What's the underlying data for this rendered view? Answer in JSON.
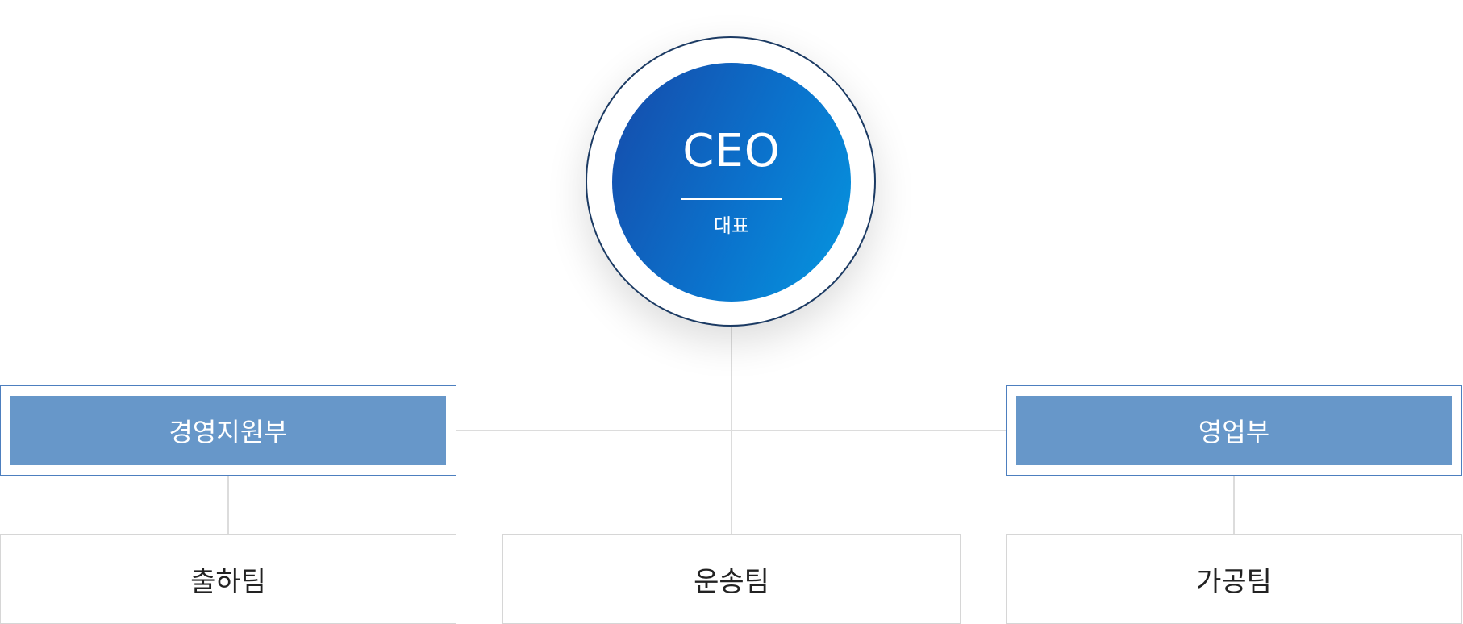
{
  "ceo": {
    "title": "CEO",
    "subtitle": "대표"
  },
  "departments": [
    {
      "label": "경영지원부"
    },
    {
      "label": "영업부"
    }
  ],
  "teams": [
    {
      "label": "출하팀"
    },
    {
      "label": "운송팀"
    },
    {
      "label": "가공팀"
    }
  ],
  "colors": {
    "ceo_gradient_start": "#164aa9",
    "ceo_gradient_end": "#0597e0",
    "ceo_ring": "#1b3a63",
    "department_fill": "#6797c9",
    "department_border": "#4d7fbf",
    "connector": "#dcdcdc"
  }
}
